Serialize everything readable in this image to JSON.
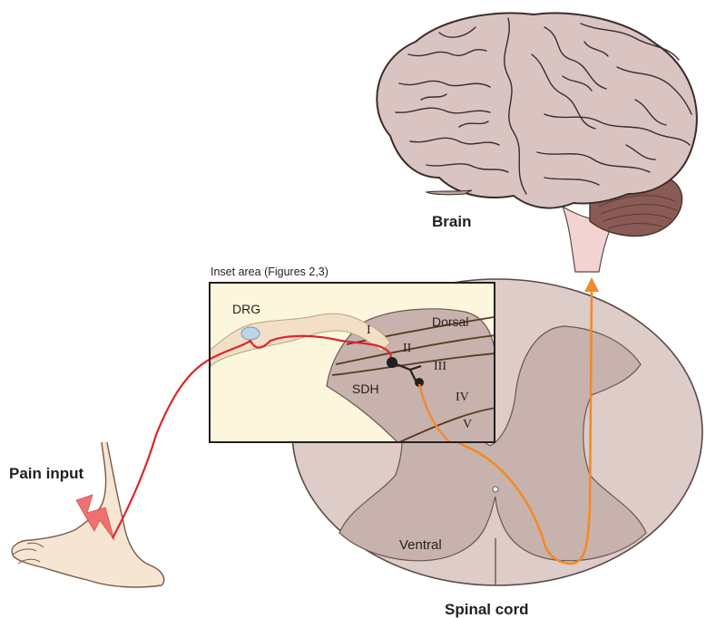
{
  "labels": {
    "brain": "Brain",
    "pain_input": "Pain input",
    "spinal_cord": "Spinal cord",
    "inset_caption": "Inset area (Figures 2,3)",
    "drg": "DRG",
    "dorsal": "Dorsal",
    "ventral": "Ventral",
    "sdh": "SDH",
    "lamina_1": "I",
    "lamina_2": "II",
    "lamina_3": "III",
    "lamina_4": "IV",
    "lamina_5": "V"
  },
  "colors": {
    "nociceptor_fiber": "#e0242b",
    "projection_fiber": "#f18a2a",
    "brain_fill": "#d9c4c1",
    "spinal_cord_fill": "#ddccc8",
    "gray_matter": "#c8b2ad",
    "inset_background": "#fcf7dc",
    "lightning": "#ef6b6b"
  }
}
